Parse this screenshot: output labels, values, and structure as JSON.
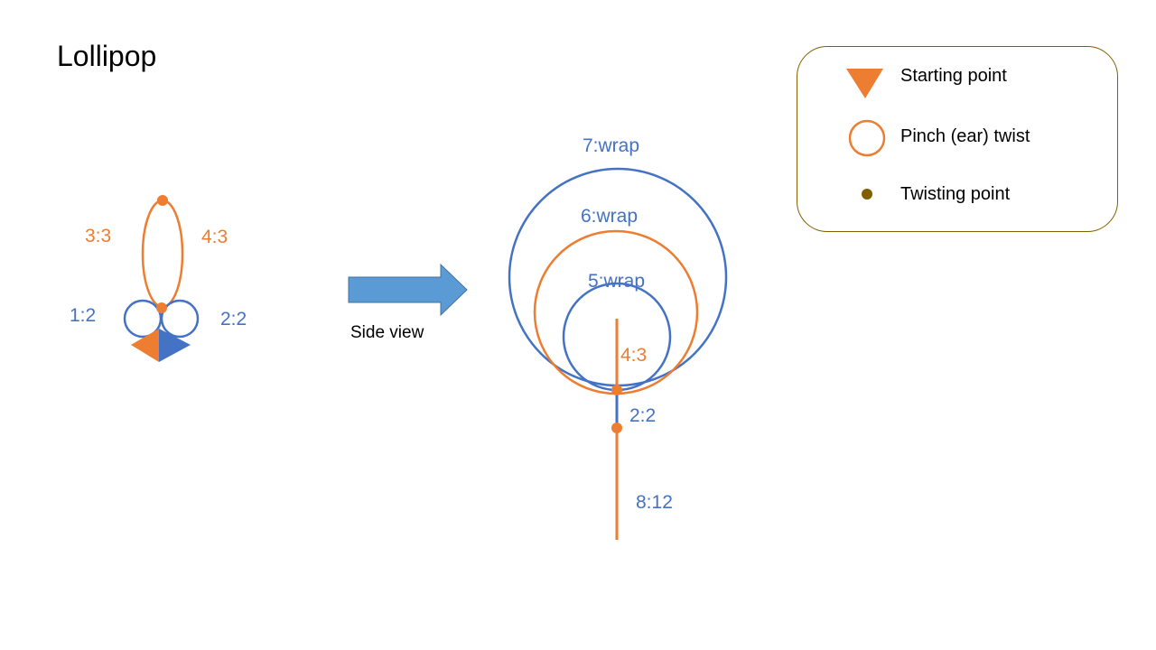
{
  "title": "Lollipop",
  "colors": {
    "orange": "#ed7d31",
    "blue": "#4472c4",
    "twist_dot": "#7f6000",
    "legend_border": "#7f6000"
  },
  "front_view": {
    "labels": {
      "ear_left": "3:3",
      "ear_right": "4:3",
      "loop_left": "1:2",
      "loop_right": "2:2"
    }
  },
  "arrow": {
    "icon": "right-arrow-icon",
    "label": "Side view"
  },
  "side_view": {
    "labels": {
      "outer_wrap": "7:wrap",
      "middle_wrap": "6:wrap",
      "inner_wrap": "5:wrap",
      "ear_segment": "4:3",
      "neck_segment": "2:2",
      "stem_segment": "8:12"
    }
  },
  "legend": {
    "items": [
      {
        "icon": "triangle-icon",
        "label": "Starting point"
      },
      {
        "icon": "circle-icon",
        "label": "Pinch (ear) twist"
      },
      {
        "icon": "dot-icon",
        "label": "Twisting point"
      }
    ]
  }
}
